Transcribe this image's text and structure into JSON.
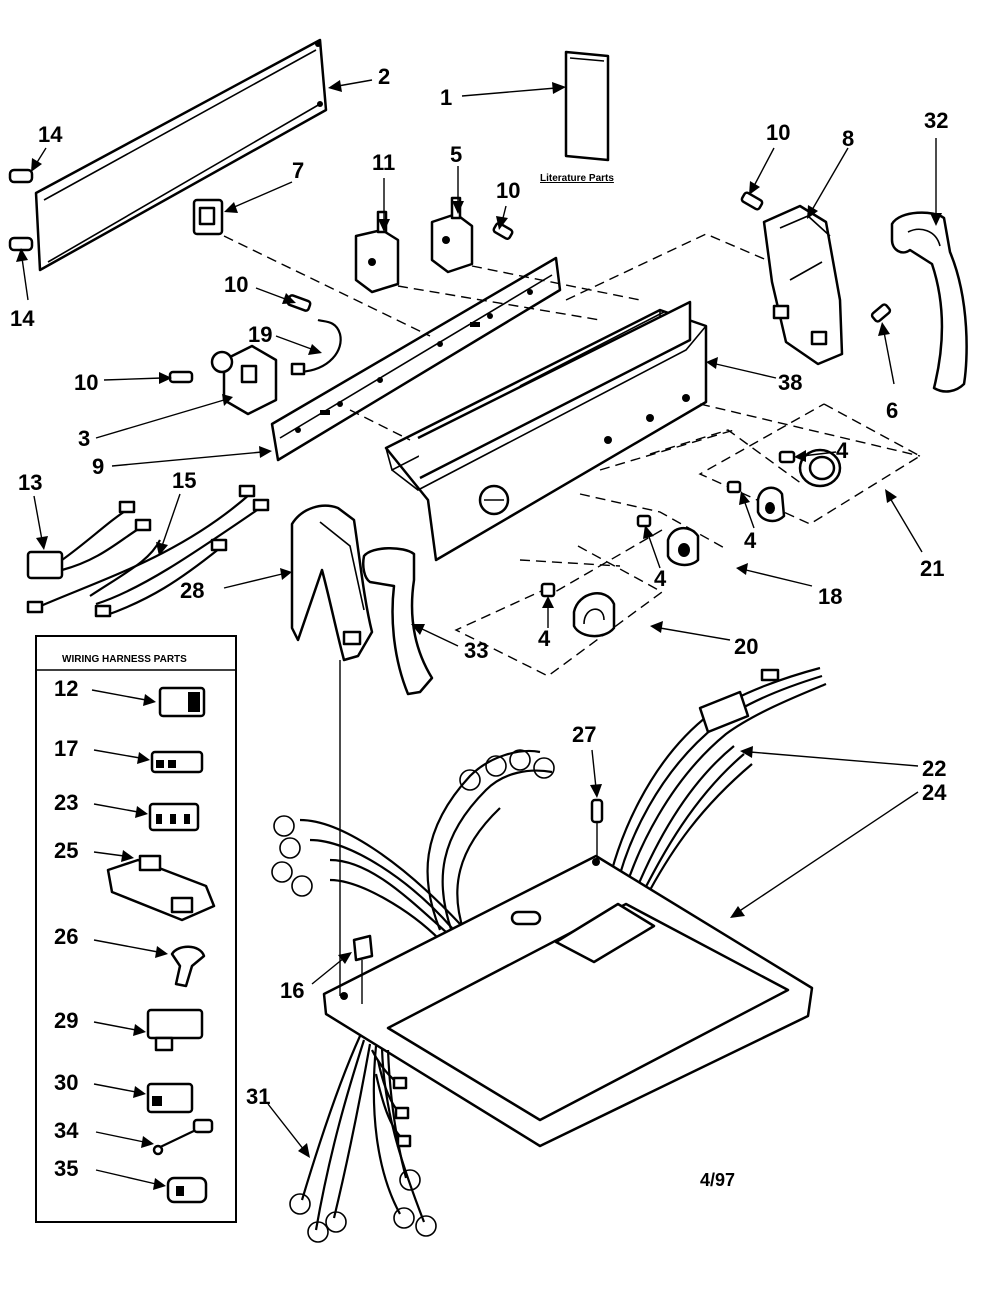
{
  "diagram": {
    "labels": {
      "l1": "1",
      "l2": "2",
      "l3": "3",
      "l4a": "4",
      "l4b": "4",
      "l4c": "4",
      "l4d": "4",
      "l5": "5",
      "l6": "6",
      "l7": "7",
      "l8": "8",
      "l9": "9",
      "l10a": "10",
      "l10b": "10",
      "l10c": "10",
      "l10d": "10",
      "l11": "11",
      "l13": "13",
      "l14a": "14",
      "l14b": "14",
      "l15": "15",
      "l16": "16",
      "l18": "18",
      "l19": "19",
      "l20": "20",
      "l21": "21",
      "l22": "22",
      "l24": "24",
      "l27": "27",
      "l28": "28",
      "l31": "31",
      "l32": "32",
      "l33": "33",
      "l38": "38"
    },
    "literature_caption": "Literature Parts",
    "wiring_box": {
      "title": "WIRING HARNESS PARTS",
      "items": [
        "12",
        "17",
        "23",
        "25",
        "26",
        "29",
        "30",
        "34",
        "35"
      ]
    },
    "date_code": "4/97"
  }
}
